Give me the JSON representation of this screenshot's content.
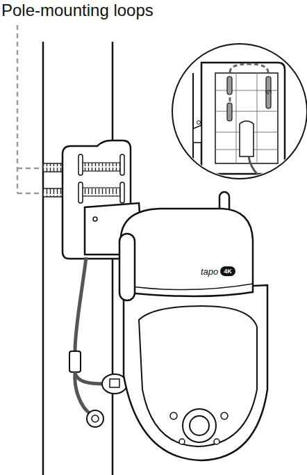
{
  "diagram": {
    "labels": [
      "Pole-mounting loops",
      "tapo",
      "4K"
    ]
  }
}
